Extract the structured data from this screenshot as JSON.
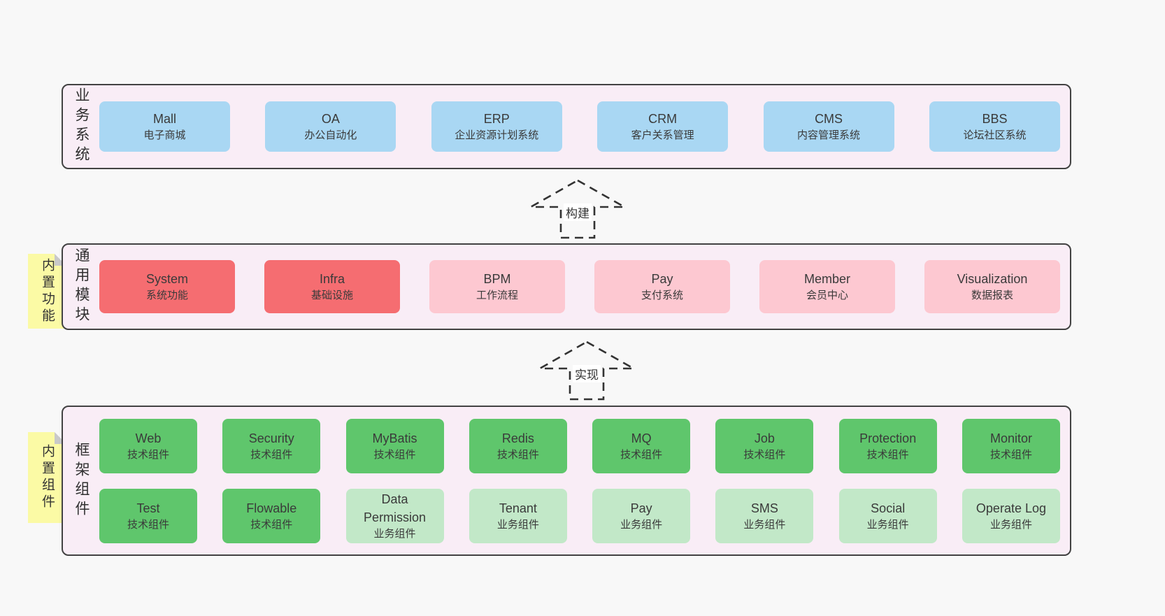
{
  "colors": {
    "page_bg": "#f8f8f8",
    "container_bg": "#f9edf6",
    "container_border": "#424242",
    "blue_box": "#a9d7f3",
    "red_box": "#f56d71",
    "pink_box": "#fdc8d1",
    "green_box": "#5fc66c",
    "light_green_box": "#c2e8c8",
    "note_yellow": "#fbfaa5",
    "note_fold": "#c9c9c9",
    "text": "#3a3a3a"
  },
  "sections": {
    "business": {
      "label": "业务系统",
      "boxes": [
        {
          "en": "Mall",
          "zh": "电子商城"
        },
        {
          "en": "OA",
          "zh": "办公自动化"
        },
        {
          "en": "ERP",
          "zh": "企业资源计划系统"
        },
        {
          "en": "CRM",
          "zh": "客户关系管理"
        },
        {
          "en": "CMS",
          "zh": "内容管理系统"
        },
        {
          "en": "BBS",
          "zh": "论坛社区系统"
        }
      ]
    },
    "modules": {
      "label": "通用模块",
      "note": "内置功能",
      "boxes": [
        {
          "en": "System",
          "zh": "系统功能"
        },
        {
          "en": "Infra",
          "zh": "基础设施"
        },
        {
          "en": "BPM",
          "zh": "工作流程"
        },
        {
          "en": "Pay",
          "zh": "支付系统"
        },
        {
          "en": "Member",
          "zh": "会员中心"
        },
        {
          "en": "Visualization",
          "zh": "数据报表"
        }
      ]
    },
    "components": {
      "label": "框架组件",
      "note": "内置组件",
      "row1": [
        {
          "en": "Web",
          "zh": "技术组件"
        },
        {
          "en": "Security",
          "zh": "技术组件"
        },
        {
          "en": "MyBatis",
          "zh": "技术组件"
        },
        {
          "en": "Redis",
          "zh": "技术组件"
        },
        {
          "en": "MQ",
          "zh": "技术组件"
        },
        {
          "en": "Job",
          "zh": "技术组件"
        },
        {
          "en": "Protection",
          "zh": "技术组件"
        },
        {
          "en": "Monitor",
          "zh": "技术组件"
        }
      ],
      "row2": [
        {
          "en": "Test",
          "zh": "技术组件"
        },
        {
          "en": "Flowable",
          "zh": "技术组件"
        },
        {
          "en": "Data Permission",
          "zh": "业务组件"
        },
        {
          "en": "Tenant",
          "zh": "业务组件"
        },
        {
          "en": "Pay",
          "zh": "业务组件"
        },
        {
          "en": "SMS",
          "zh": "业务组件"
        },
        {
          "en": "Social",
          "zh": "业务组件"
        },
        {
          "en": "Operate Log",
          "zh": "业务组件"
        }
      ]
    }
  },
  "arrows": {
    "build": "构建",
    "implement": "实现"
  }
}
